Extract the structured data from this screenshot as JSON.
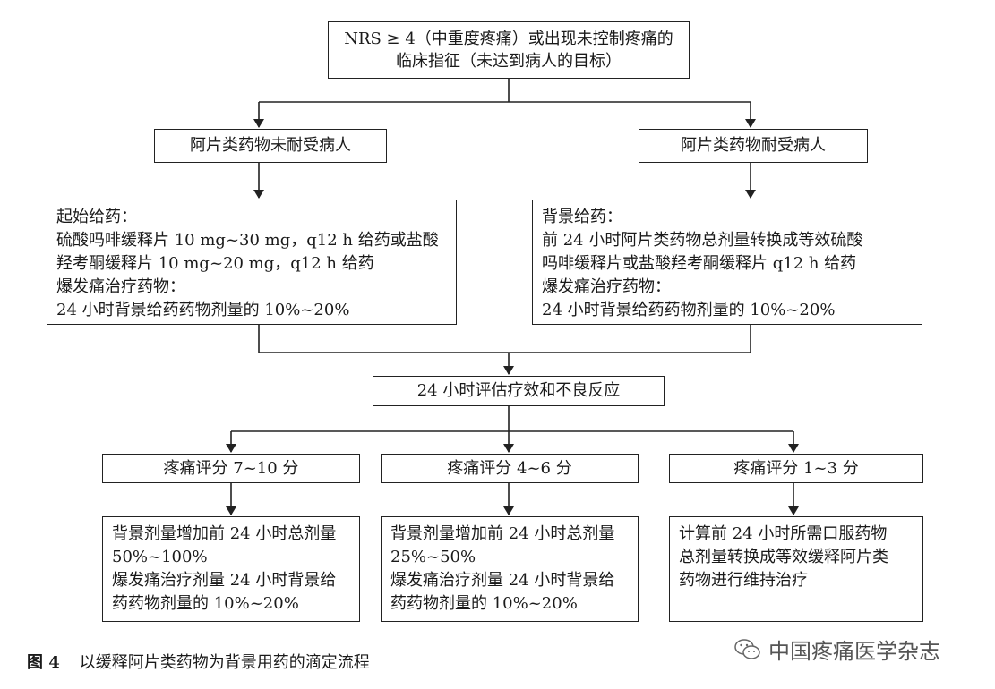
{
  "top": {
    "lines": [
      "NRS ≥ 4（中重度疼痛）或出现未控制疼痛的",
      "临床指征（未达到病人的目标）"
    ]
  },
  "left_group": "阿片类药物未耐受病人",
  "right_group": "阿片类药物耐受病人",
  "left_detail": {
    "lines": [
      "起始给药：",
      "硫酸吗啡缓释片 10 mg~30 mg，q12 h 给药或盐酸",
      "羟考酮缓释片 10 mg~20 mg，q12 h 给药",
      "爆发痛治疗药物：",
      "24 小时背景给药药物剂量的 10%~20%"
    ]
  },
  "right_detail": {
    "lines": [
      "背景给药：",
      "前 24 小时阿片类药物总剂量转换成等效硫酸",
      "吗啡缓释片或盐酸羟考酮缓释片 q12 h 给药",
      "爆发痛治疗药物：",
      "24 小时背景给药药物剂量的 10%~20%"
    ]
  },
  "evaluation": "24 小时评估疗效和不良反应",
  "scores": [
    "疼痛评分 7~10 分",
    "疼痛评分 4~6 分",
    "疼痛评分 1~3 分"
  ],
  "outcomes": [
    [
      "背景剂量增加前 24 小时总剂量",
      "50%~100%",
      "爆发痛治疗剂量 24 小时背景给",
      "药药物剂量的 10%~20%"
    ],
    [
      "背景剂量增加前 24 小时总剂量",
      "25%~50%",
      "爆发痛治疗剂量 24 小时背景给",
      "药药物剂量的 10%~20%"
    ],
    [
      "计算前 24 小时所需口服药物",
      "总剂量转换成等效缓释阿片类",
      "药物进行维持治疗"
    ]
  ],
  "caption": {
    "label": "图 4",
    "text": "以缓释阿片类药物为背景用药的滴定流程"
  },
  "watermark": "中国疼痛医学杂志"
}
